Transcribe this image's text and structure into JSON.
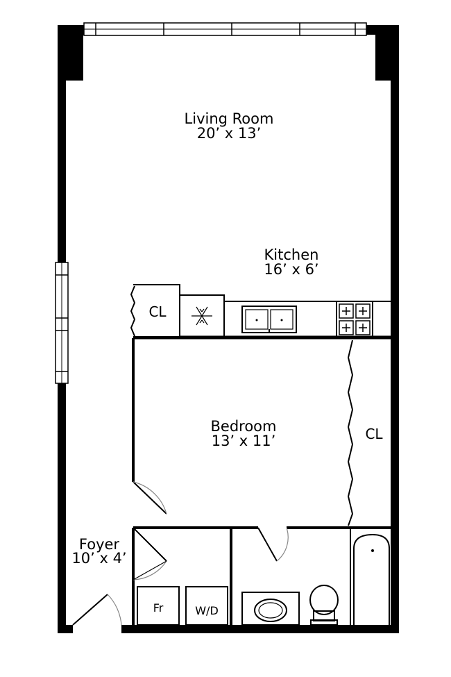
{
  "rooms": {
    "living": {
      "name": "Living Room",
      "size": "20’ x 13’"
    },
    "kitchen": {
      "name": "Kitchen",
      "size": "16’ x 6’"
    },
    "bedroom": {
      "name": "Bedroom",
      "size": "13’ x 11’"
    },
    "foyer": {
      "name": "Foyer",
      "size": "10’ x 4’"
    }
  },
  "fixtures": {
    "closet_kitchen": "CL",
    "closet_bedroom": "CL",
    "fridge": "Fr",
    "washer_dryer": "W/D"
  },
  "icons": [
    "snowflake-icon",
    "sink-icon",
    "stove-icon",
    "toilet-icon",
    "bathtub-icon",
    "vanity-sink-icon"
  ]
}
